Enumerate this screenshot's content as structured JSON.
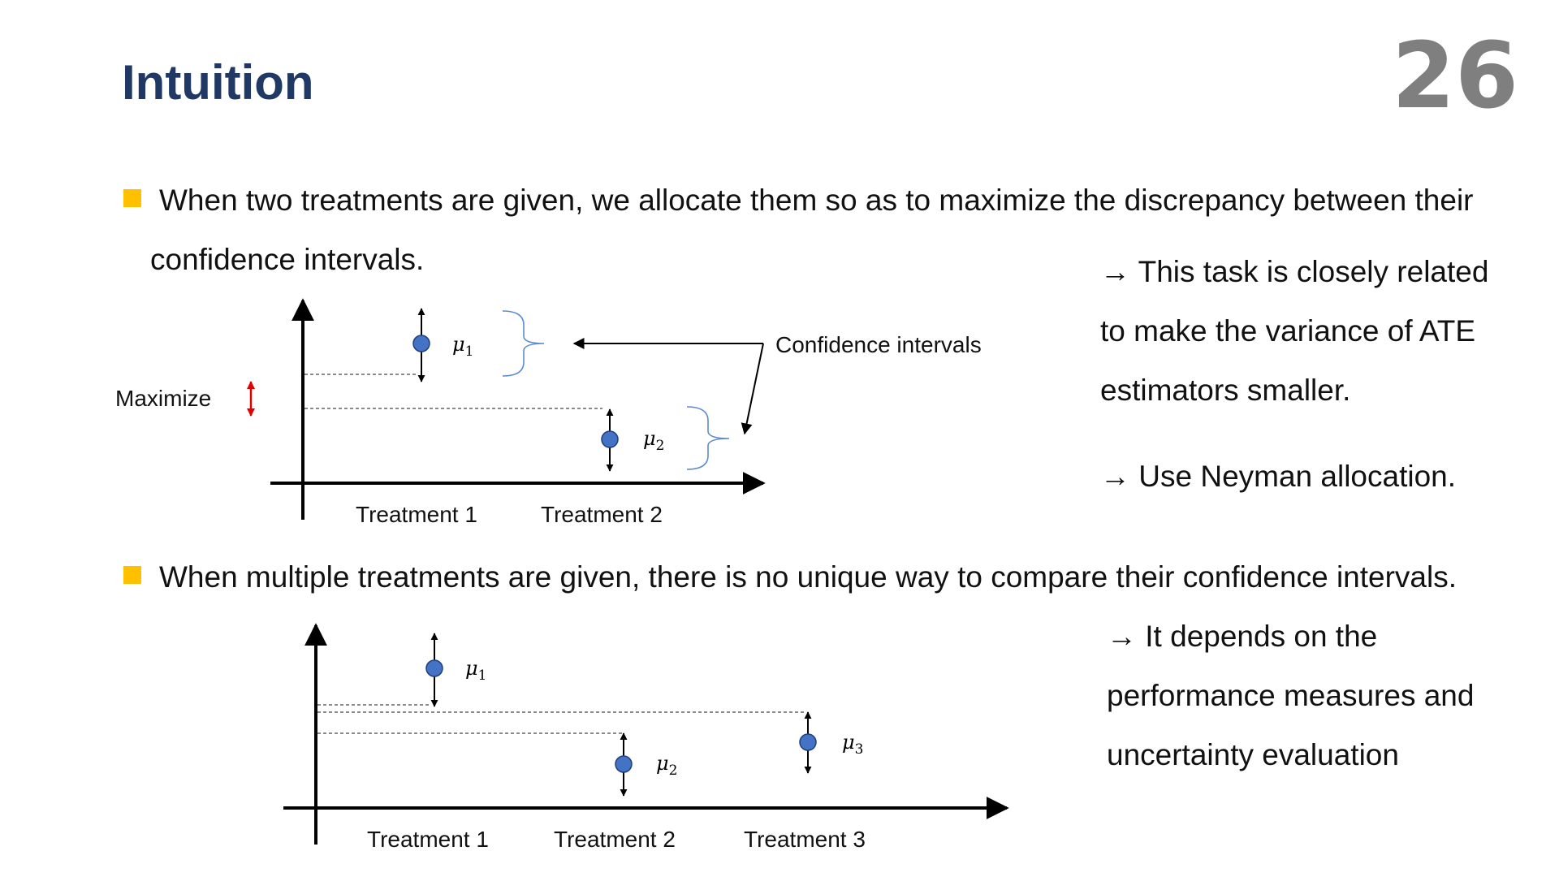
{
  "slide": {
    "title": "Intuition",
    "page_number": "26"
  },
  "bullet1": {
    "line1": "When two treatments are given, we allocate them so as to maximize the discrepancy between their",
    "line2": "confidence intervals."
  },
  "side1": {
    "line1": "→ This task is closely related",
    "line2": "to make the variance of ATE",
    "line3": "estimators smaller.",
    "line4": "→ Use Neyman allocation."
  },
  "diagram1": {
    "maximize_label": "Maximize",
    "ci_label": "Confidence intervals",
    "mu1": "μ",
    "mu1_sub": "1",
    "mu2": "μ",
    "mu2_sub": "2",
    "x_labels": [
      "Treatment 1",
      "Treatment 2"
    ],
    "point_color": "#4472c4",
    "maximize_arrow_color": "#e00000",
    "brace_color": "#5b8bd0"
  },
  "bullet2": {
    "line1": "When multiple treatments are given, there is no unique way to compare their confidence intervals."
  },
  "side2": {
    "line1": "→ It depends on the",
    "line2": "performance measures and",
    "line3": "uncertainty evaluation"
  },
  "diagram2": {
    "mu1": "μ",
    "mu1_sub": "1",
    "mu2": "μ",
    "mu2_sub": "2",
    "mu3": "μ",
    "mu3_sub": "3",
    "x_labels": [
      "Treatment 1",
      "Treatment 2",
      "Treatment 3"
    ],
    "point_color": "#4472c4"
  }
}
